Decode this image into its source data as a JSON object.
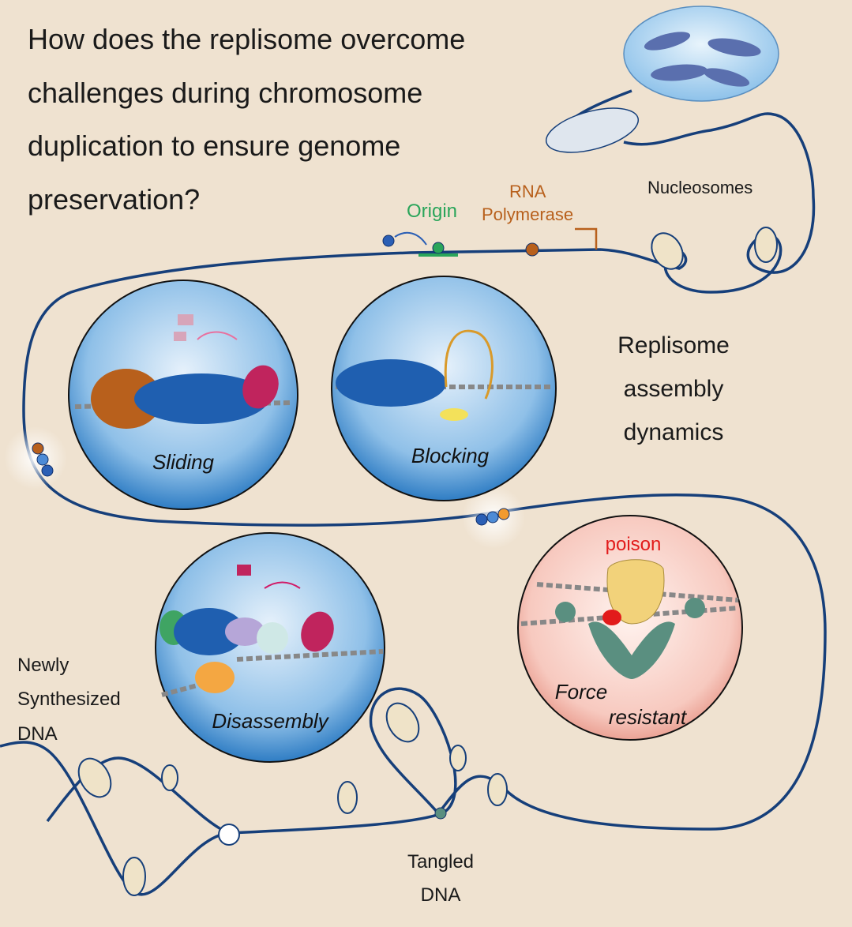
{
  "title_lines": [
    "How does the replisome overcome",
    "challenges during chromosome",
    "duplication to ensure genome",
    "preservation?"
  ],
  "labels": {
    "origin": "Origin",
    "rna_polymerase": [
      "RNA",
      "Polymerase"
    ],
    "nucleosomes": "Nucleosomes",
    "replisome_assembly": [
      "Replisome",
      "assembly",
      "dynamics"
    ],
    "newly_synthesized": [
      "Newly",
      "Synthesized",
      "DNA"
    ],
    "tangled": [
      "Tangled",
      "DNA"
    ],
    "poison": "poison"
  },
  "panels": {
    "sliding": "Sliding",
    "blocking": "Blocking",
    "disassembly": "Disassembly",
    "force_resistant": [
      "Force",
      "resistant"
    ]
  },
  "colors": {
    "background": "#efe2d0",
    "dna": "#163f7a",
    "origin": "#2aa55a",
    "rna_polymerase": "#b8601c",
    "poison": "#e21b1b",
    "replisome_blue": "#1f5fb0"
  }
}
